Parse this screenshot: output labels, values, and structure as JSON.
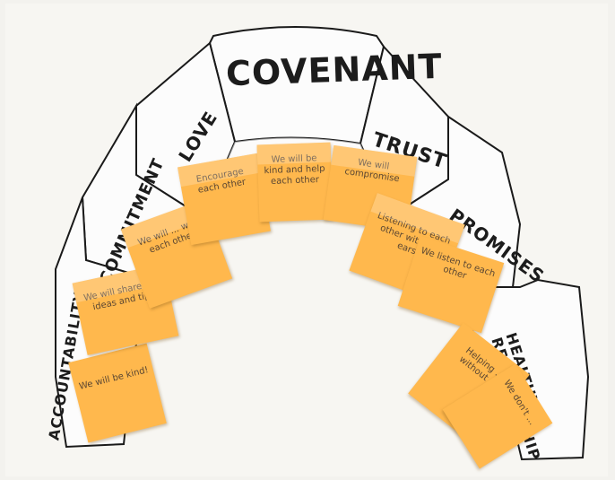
{
  "arch": {
    "top": "COVENANT",
    "stones_left": [
      "LOVE",
      "COMMITMENT",
      "ACCOUNTABILITY"
    ],
    "stones_right": [
      "TRUST",
      "PROMISES",
      "HEALTHY RELATIONSHIP"
    ]
  },
  "notes": [
    "We will be kind!",
    "We will share our ideas and tips",
    "We will ... with each other",
    "Encourage each other",
    "We will be kind and help each other",
    "We will compromise",
    "Listening to each other with our ears",
    "We listen to each other",
    "Helping ... without ...",
    "We don't ..."
  ],
  "colors": {
    "paper": "#f2f1ec",
    "arch_fill": "#fbfbfb",
    "outline": "#1a1a1a",
    "note": "#ffb84d"
  }
}
